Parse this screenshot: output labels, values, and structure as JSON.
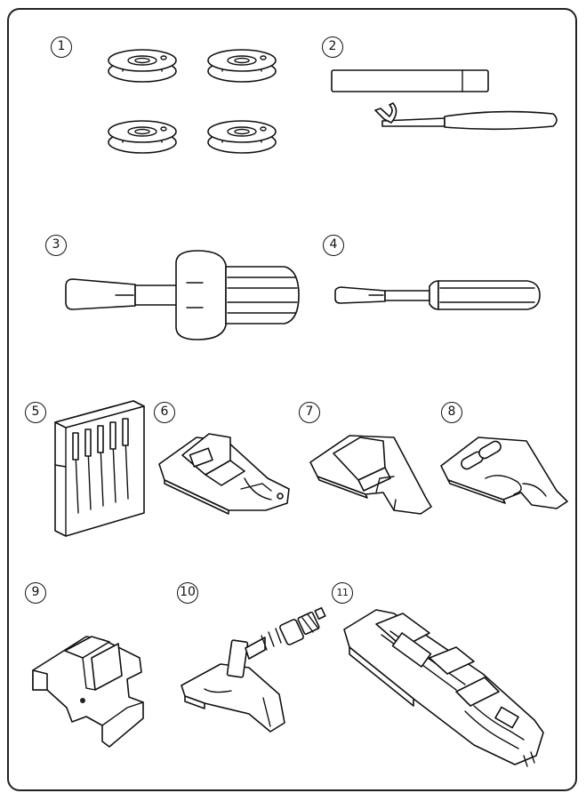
{
  "items": [
    {
      "id": 1,
      "label": "1",
      "icon": "bobbin-icon"
    },
    {
      "id": 2,
      "label": "2",
      "icon": "seam-ripper-icon"
    },
    {
      "id": 3,
      "label": "3",
      "icon": "large-screwdriver-icon"
    },
    {
      "id": 4,
      "label": "4",
      "icon": "small-screwdriver-icon"
    },
    {
      "id": 5,
      "label": "5",
      "icon": "needle-pack-icon"
    },
    {
      "id": 6,
      "label": "6",
      "icon": "rolled-hem-foot-icon"
    },
    {
      "id": 7,
      "label": "7",
      "icon": "zipper-foot-icon"
    },
    {
      "id": 8,
      "label": "8",
      "icon": "satin-stitch-foot-icon"
    },
    {
      "id": 9,
      "label": "9",
      "icon": "buttonhole-plate-icon"
    },
    {
      "id": 10,
      "label": "10",
      "icon": "overcast-foot-icon"
    },
    {
      "id": 11,
      "label": "11",
      "icon": "buttonhole-foot-icon"
    }
  ]
}
